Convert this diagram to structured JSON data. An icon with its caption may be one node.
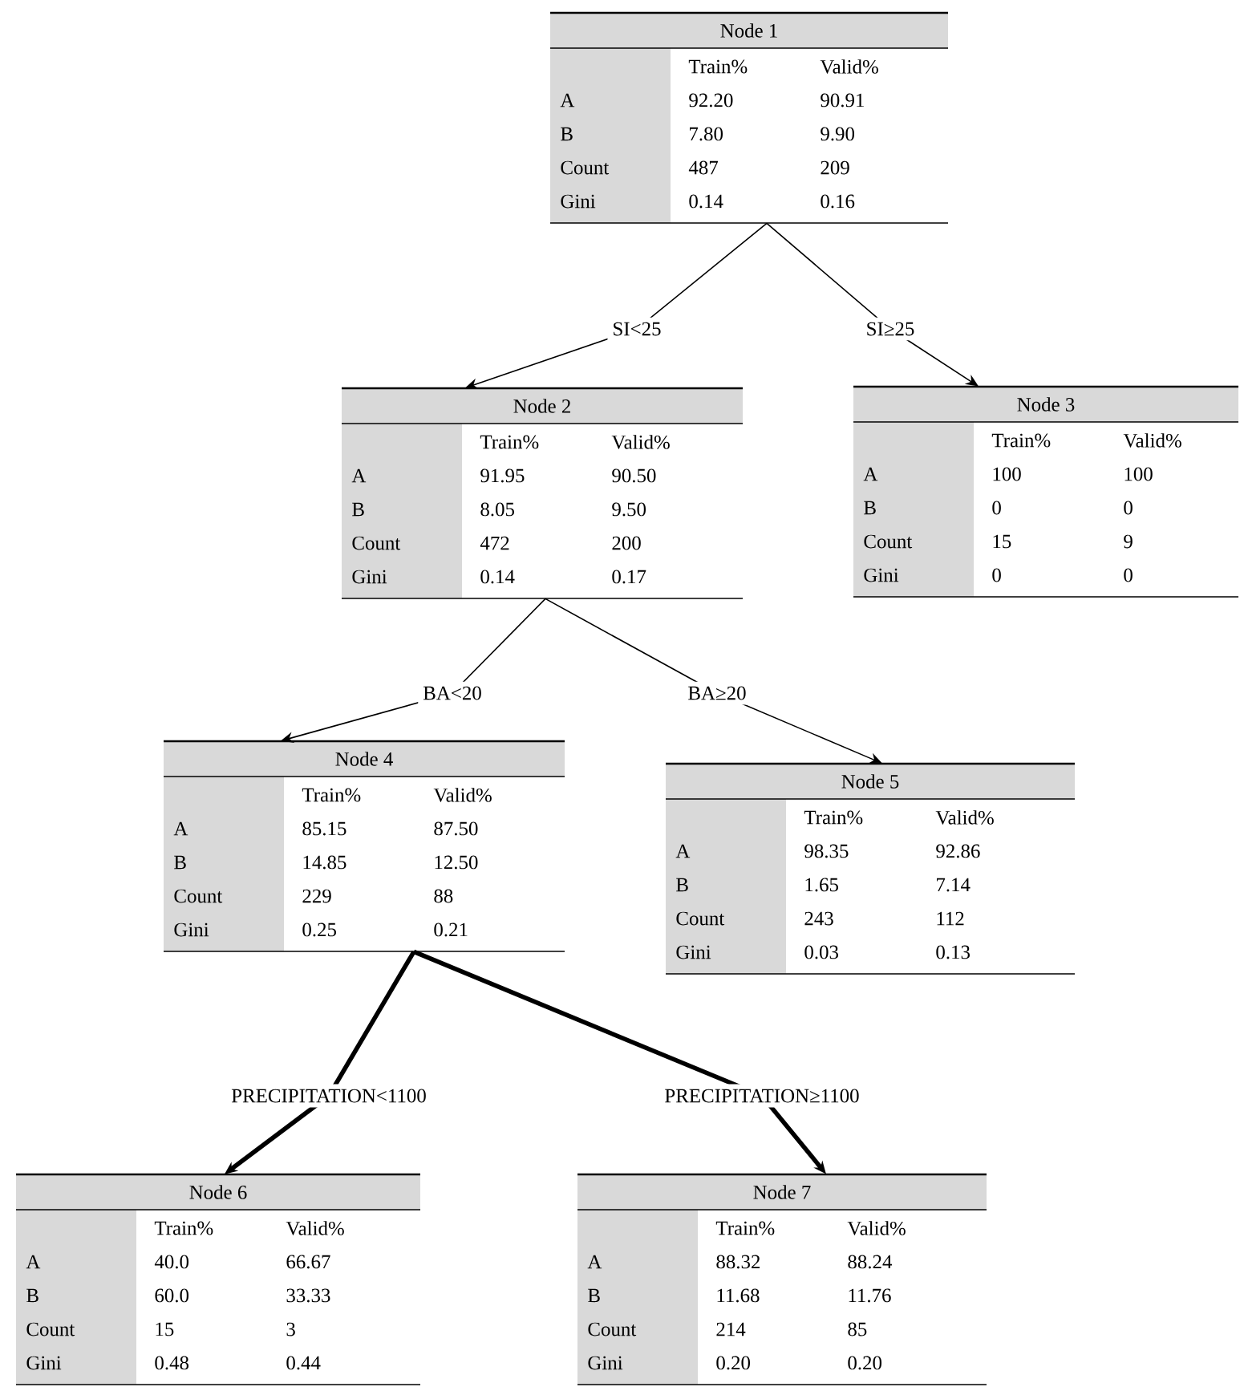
{
  "diagram": {
    "nodes": [
      {
        "text": [
          "Node 1",
          "Train%",
          "Valid%",
          "A",
          "92.20",
          "90.91",
          "B",
          "7.80",
          "9.90",
          "Count",
          "487",
          "209",
          "Gini",
          "0.14",
          "0.16"
        ]
      },
      {
        "text": [
          "Node 2",
          "Train%",
          "Valid%",
          "A",
          "91.95",
          "90.50",
          "B",
          "8.05",
          "9.50",
          "Count",
          "472",
          "200",
          "Gini",
          "0.14",
          "0.17"
        ]
      },
      {
        "text": [
          "Node 3",
          "Train%",
          "Valid%",
          "A",
          "100",
          "100",
          "B",
          "0",
          "0",
          "Count",
          "15",
          "9",
          "Gini",
          "0",
          "0"
        ]
      },
      {
        "text": [
          "Node 4",
          "Train%",
          "Valid%",
          "A",
          "85.15",
          "87.50",
          "B",
          "14.85",
          "12.50",
          "Count",
          "229",
          "88",
          "Gini",
          "0.25",
          "0.21"
        ]
      },
      {
        "text": [
          "Node 5",
          "Train%",
          "Valid%",
          "A",
          "98.35",
          "92.86",
          "B",
          "1.65",
          "7.14",
          "Count",
          "243",
          "112",
          "Gini",
          "0.03",
          "0.13"
        ]
      },
      {
        "text": [
          "Node 6",
          "Train%",
          "Valid%",
          "A",
          "40.0",
          "66.67",
          "B",
          "60.0",
          "33.33",
          "Count",
          "15",
          "3",
          "Gini",
          "0.48",
          "0.44"
        ]
      },
      {
        "text": [
          "Node 7",
          "Train%",
          "Valid%",
          "A",
          "88.32",
          "88.24",
          "B",
          "11.68",
          "11.76",
          "Count",
          "214",
          "85",
          "Gini",
          "0.20",
          "0.20"
        ]
      }
    ],
    "edges": [
      {
        "from": 0,
        "to": 1,
        "arrow": "to",
        "label": "SI<25"
      },
      {
        "from": 0,
        "to": 2,
        "arrow": "to",
        "label": "SI≥25"
      },
      {
        "from": 1,
        "to": 3,
        "arrow": "to",
        "label": "BA<20"
      },
      {
        "from": 1,
        "to": 4,
        "arrow": "to",
        "label": "BA≥20"
      },
      {
        "from": 3,
        "to": 5,
        "arrow": "to",
        "label": "PRECIPITATION<1100",
        "style": "thick"
      },
      {
        "from": 3,
        "to": 6,
        "arrow": "to",
        "label": "PRECIPITATION≥1100",
        "style": "thick"
      }
    ]
  }
}
